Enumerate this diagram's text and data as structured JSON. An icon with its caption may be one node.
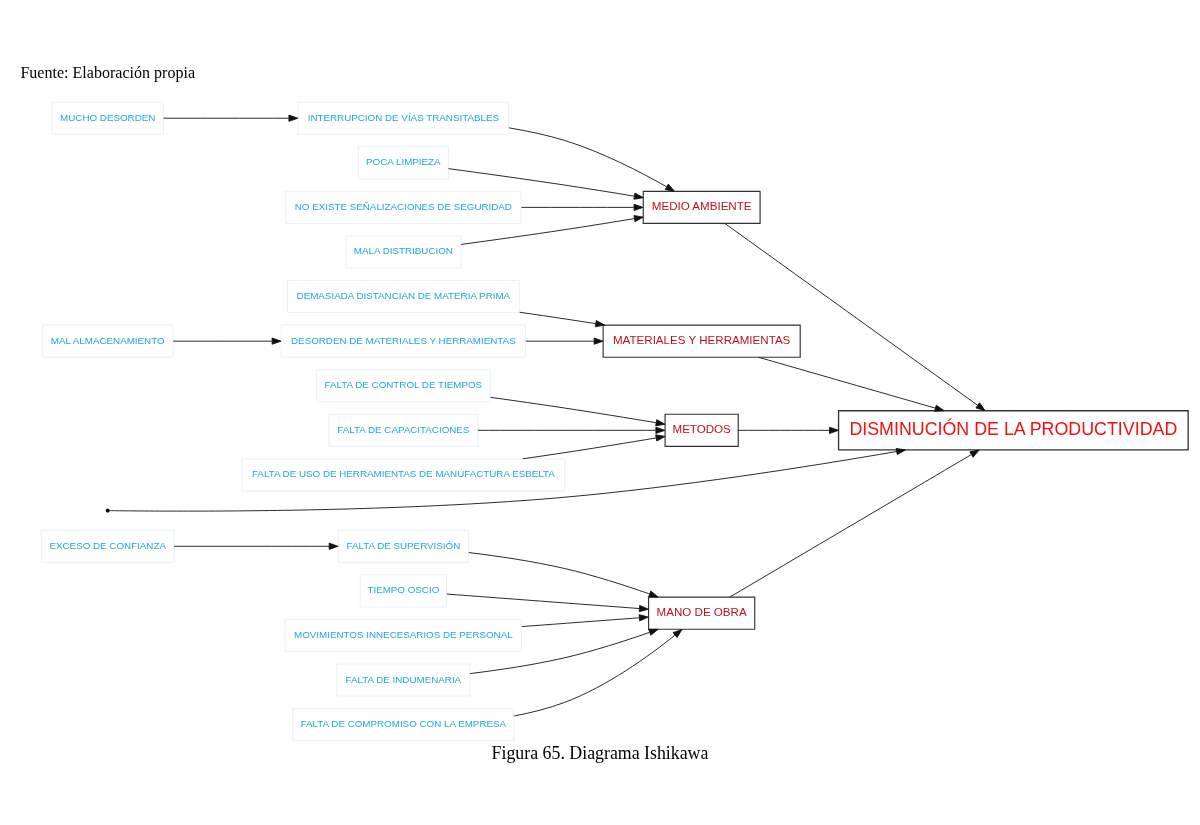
{
  "diagram": {
    "caption": "Figura 65. Diagrama Ishikawa",
    "nodes": [
      {
        "text": [
          "MANO DE OBRA"
        ]
      },
      {
        "text": [
          "MEDIO AMBIENTE"
        ]
      },
      {
        "text": [
          "FALTA DE SUPERVISIÓN"
        ]
      },
      {
        "text": [
          "EXCESO DE CONFIANZA"
        ]
      },
      {
        "text": [
          "TIEMPO OSCIO"
        ]
      },
      {
        "text": [
          "MOVIMIENTOS INNECESARIOS DE PERSONAL"
        ]
      },
      {
        "text": [
          "FALTA DE INDUMENARIA"
        ]
      },
      {
        "text": [
          "FALTA DE COMPROMISO CON LA EMPRESA"
        ]
      },
      {
        "text": [
          "INTERRUPCION DE VÍAS TRANSITABLES"
        ]
      },
      {
        "text": [
          "MUCHO DESORDEN"
        ]
      },
      {
        "text": [
          "POCA LIMPIEZA"
        ]
      },
      {
        "text": [
          "NO EXISTE SEÑALIZACIONES DE SEGURIDAD"
        ]
      },
      {
        "text": [
          "MALA DISTRIBUCION"
        ]
      },
      {
        "text": [
          "DISMINUCIÓN DE LA PRODUCTIVIDAD"
        ]
      },
      {
        "text": [
          "DEMASIADA DISTANCIAN DE MATERIA PRIMA"
        ]
      },
      {
        "text": [
          "DESORDEN DE MATERIALES Y HERRAMIENTAS"
        ]
      },
      {
        "text": [
          "MAL ALMACENAMIENTO"
        ]
      },
      {
        "text": [
          "FALTA DE CONTROL DE TIEMPOS"
        ]
      },
      {
        "text": [
          "FALTA DE CAPACITACIONES"
        ]
      },
      {
        "text": [
          "FALTA DE USO DE HERRAMIENTAS DE MANUFACTURA ESBELTA"
        ]
      },
      {
        "text": [
          "MATERIALES Y HERRAMIENTAS"
        ]
      },
      {
        "text": [
          "METODOS"
        ]
      }
    ],
    "edges": [
      {
        "from": 2,
        "to": 0,
        "arrow": "to"
      },
      {
        "from": 3,
        "to": 2,
        "arrow": "to"
      },
      {
        "from": 4,
        "to": 0,
        "arrow": "to"
      },
      {
        "from": 5,
        "to": 0,
        "arrow": "to"
      },
      {
        "from": 6,
        "to": 0,
        "arrow": "to"
      },
      {
        "from": 7,
        "to": 0,
        "arrow": "to"
      },
      {
        "from": 8,
        "to": 1,
        "arrow": "to"
      },
      {
        "from": 9,
        "to": 8,
        "arrow": "to"
      },
      {
        "from": 10,
        "to": 1,
        "arrow": "to"
      },
      {
        "from": 11,
        "to": 1,
        "arrow": "to"
      },
      {
        "from": 12,
        "to": 1,
        "arrow": "to"
      },
      {
        "from": 14,
        "to": 20,
        "arrow": "to"
      },
      {
        "from": 15,
        "to": 20,
        "arrow": "to"
      },
      {
        "from": 16,
        "to": 15,
        "arrow": "to"
      },
      {
        "from": 17,
        "to": 21,
        "arrow": "to"
      },
      {
        "from": 18,
        "to": 21,
        "arrow": "to"
      },
      {
        "from": 19,
        "to": 21,
        "arrow": "to"
      },
      {
        "from": 0,
        "to": 13,
        "arrow": "to"
      },
      {
        "from": 1,
        "to": 13,
        "arrow": "to"
      },
      {
        "from": 20,
        "to": 13,
        "arrow": "to"
      },
      {
        "from": 21,
        "to": 13,
        "arrow": "to"
      },
      {
        "from": null,
        "to": 13,
        "arrow": "to"
      }
    ],
    "labels": [
      "Fuente: Elaboración propia"
    ]
  }
}
